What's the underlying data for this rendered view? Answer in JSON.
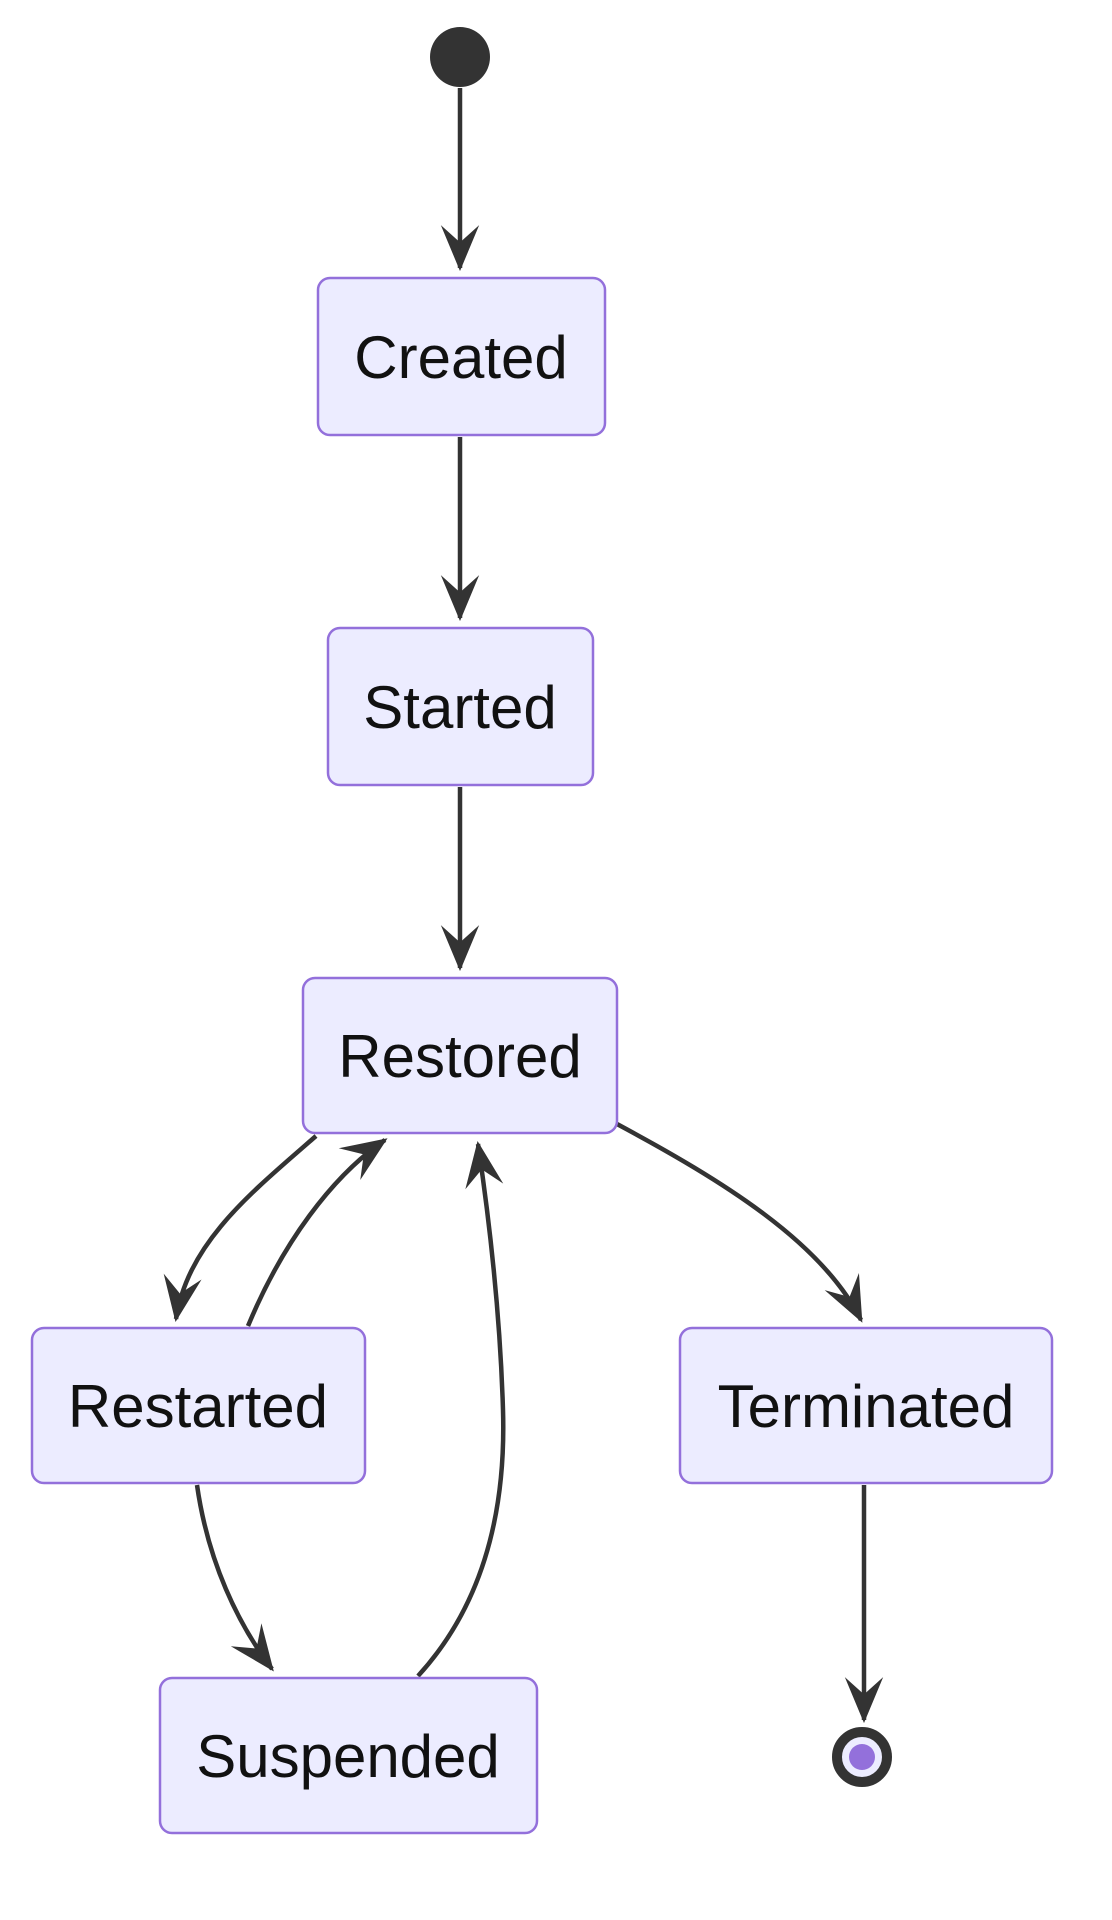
{
  "diagram": {
    "kind": "state-diagram",
    "background": "#ffffff",
    "colors": {
      "state_fill": "#ECECFF",
      "state_border": "#9370DB",
      "edge": "#333333",
      "label_text": "#111111",
      "initial_marker": "#333333",
      "final_ring": "#333333",
      "final_inner_fill": "#ECECFF",
      "final_dot": "#9370DB"
    },
    "states": [
      {
        "id": "created",
        "label": "Created"
      },
      {
        "id": "started",
        "label": "Started"
      },
      {
        "id": "restored",
        "label": "Restored"
      },
      {
        "id": "restarted",
        "label": "Restarted"
      },
      {
        "id": "terminated",
        "label": "Terminated"
      },
      {
        "id": "suspended",
        "label": "Suspended"
      }
    ],
    "markers": [
      {
        "id": "initial",
        "type": "initial-state"
      },
      {
        "id": "final",
        "type": "final-state"
      }
    ],
    "transitions": [
      {
        "from": "initial",
        "to": "created"
      },
      {
        "from": "created",
        "to": "started"
      },
      {
        "from": "started",
        "to": "restored"
      },
      {
        "from": "restored",
        "to": "restarted"
      },
      {
        "from": "restarted",
        "to": "restored"
      },
      {
        "from": "restored",
        "to": "terminated"
      },
      {
        "from": "restarted",
        "to": "suspended"
      },
      {
        "from": "suspended",
        "to": "restored"
      },
      {
        "from": "terminated",
        "to": "final"
      }
    ]
  }
}
